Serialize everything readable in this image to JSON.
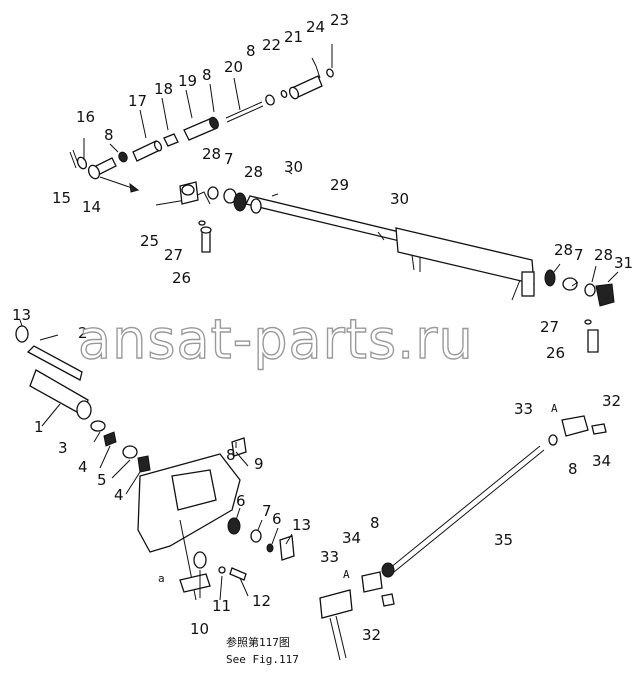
{
  "labels": {
    "l1": "1",
    "l2": "2",
    "l3": "3",
    "l4a": "4",
    "l4b": "4",
    "l5": "5",
    "l6a": "6",
    "l6b": "6",
    "l7a": "7",
    "l7b": "7",
    "l7c": "7",
    "l8a": "8",
    "l8b": "8",
    "l8c": "8",
    "l8d": "8",
    "l8e": "8",
    "l8f": "8",
    "l9": "9",
    "l10": "10",
    "l11": "11",
    "l12": "12",
    "l13a": "13",
    "l13b": "13",
    "l14": "14",
    "l15": "15",
    "l16": "16",
    "l17": "17",
    "l18": "18",
    "l19": "19",
    "l20": "20",
    "l21": "21",
    "l22": "22",
    "l23": "23",
    "l24": "24",
    "l25": "25",
    "l26a": "26",
    "l26b": "26",
    "l27a": "27",
    "l27b": "27",
    "l28a": "28",
    "l28b": "28",
    "l28c": "28",
    "l28d": "28",
    "l29": "29",
    "l30a": "30",
    "l30b": "30",
    "l31": "31",
    "l32a": "32",
    "l32b": "32",
    "l33a": "33",
    "l33b": "33",
    "l34a": "34",
    "l34b": "34",
    "l35": "35"
  },
  "marks": {
    "a1": "A",
    "a2": "A",
    "a3": "a"
  },
  "reference": {
    "japanese": "参照第117图",
    "english": "See Fig.117"
  },
  "watermark": "ansat-parts.ru"
}
